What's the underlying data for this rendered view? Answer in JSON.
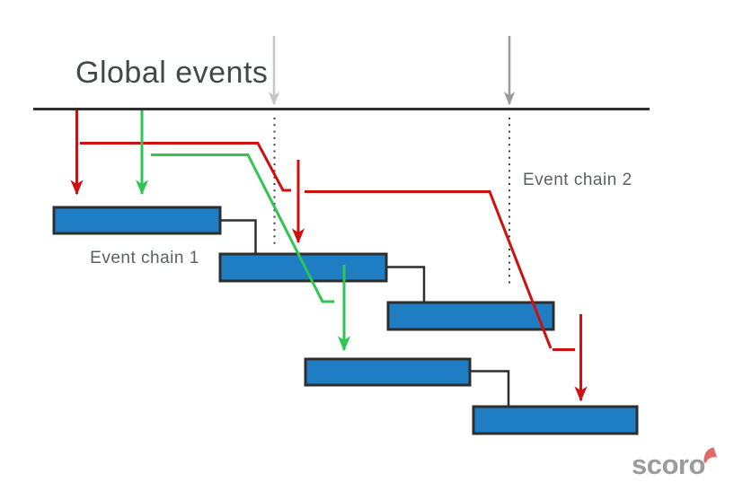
{
  "title": "Global events",
  "labels": {
    "chain1": "Event chain 1",
    "chain2": "Event chain 2"
  },
  "logo": {
    "text": "scoro"
  },
  "colors": {
    "red": "#ce100f",
    "green": "#2fc553",
    "bar-fill": "#1f7dc4",
    "bar-border": "#2e2e2e",
    "line": "#2e2e2e",
    "connector": "#2e2e2e",
    "dotted": "#3c3c3c",
    "gray-arrow-light": "#c7c7c7",
    "gray-arrow-dark": "#9a9a9a",
    "title-text": "#43484b",
    "label-text": "#5d6063",
    "logo-text": "#9b9b9b",
    "logo-mark": "#e2696a"
  }
}
